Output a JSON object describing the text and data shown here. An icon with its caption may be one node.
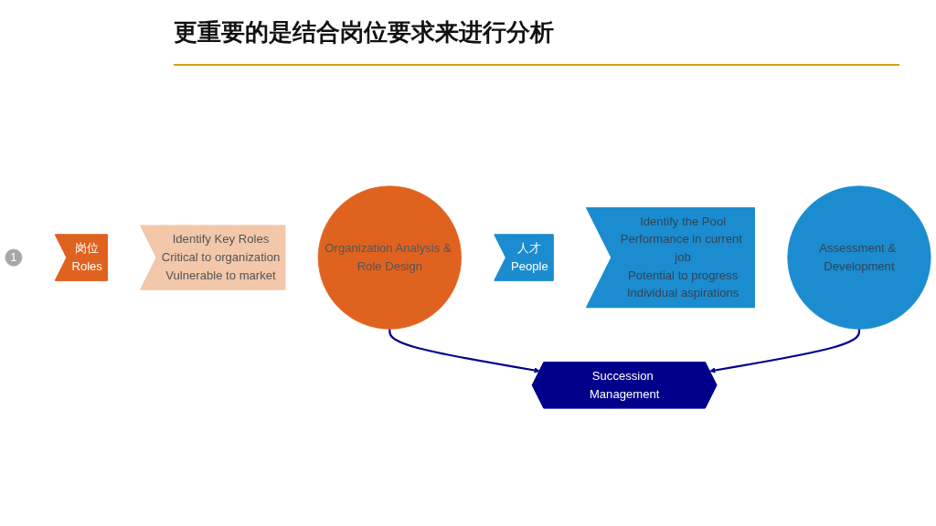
{
  "diagram": {
    "title": "更重要的是结合岗位要求来进行分析",
    "nodes": [
      {
        "text": [
          "1"
        ]
      },
      {
        "text": [
          "岗位",
          "Roles"
        ]
      },
      {
        "text": [
          "Identify Key Roles",
          "Critical to organization",
          "Vulnerable to market"
        ]
      },
      {
        "text": [
          "Organization Analysis & Role Design"
        ]
      },
      {
        "text": [
          "人才",
          "People"
        ]
      },
      {
        "text": [
          "Identify the Pool",
          "Performance in current job",
          "Potential to progress",
          "Individual aspirations"
        ]
      },
      {
        "text": [
          "Assessment & Development"
        ]
      },
      {
        "text": [
          "Succession Management"
        ]
      }
    ],
    "edges": [
      {
        "from": 3,
        "to": 7,
        "arrow": "to"
      },
      {
        "from": 6,
        "to": 7,
        "arrow": "to"
      }
    ]
  }
}
